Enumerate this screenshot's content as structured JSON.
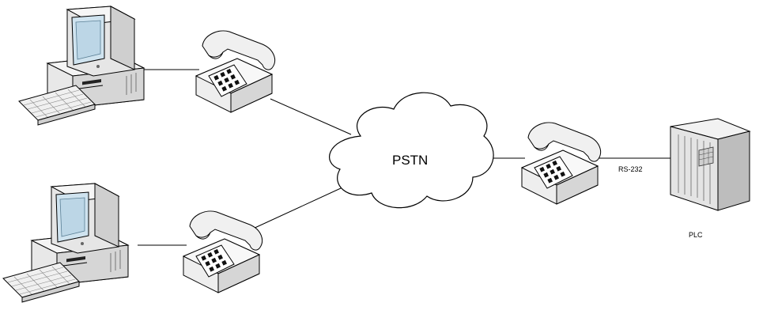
{
  "diagram": {
    "nodes": [
      {
        "id": "computer-1",
        "kind": "computer"
      },
      {
        "id": "computer-2",
        "kind": "computer"
      },
      {
        "id": "phone-1",
        "kind": "telephone"
      },
      {
        "id": "phone-2",
        "kind": "telephone"
      },
      {
        "id": "phone-3",
        "kind": "telephone"
      },
      {
        "id": "cloud",
        "kind": "network-cloud",
        "label": "PSTN"
      },
      {
        "id": "plc",
        "kind": "server-cabinet",
        "label": "PLC"
      }
    ],
    "links": [
      {
        "from": "computer-1",
        "to": "phone-1"
      },
      {
        "from": "computer-2",
        "to": "phone-2"
      },
      {
        "from": "phone-1",
        "to": "cloud"
      },
      {
        "from": "phone-2",
        "to": "cloud"
      },
      {
        "from": "cloud",
        "to": "phone-3"
      },
      {
        "from": "phone-3",
        "to": "plc",
        "label": "RS-232"
      }
    ]
  }
}
